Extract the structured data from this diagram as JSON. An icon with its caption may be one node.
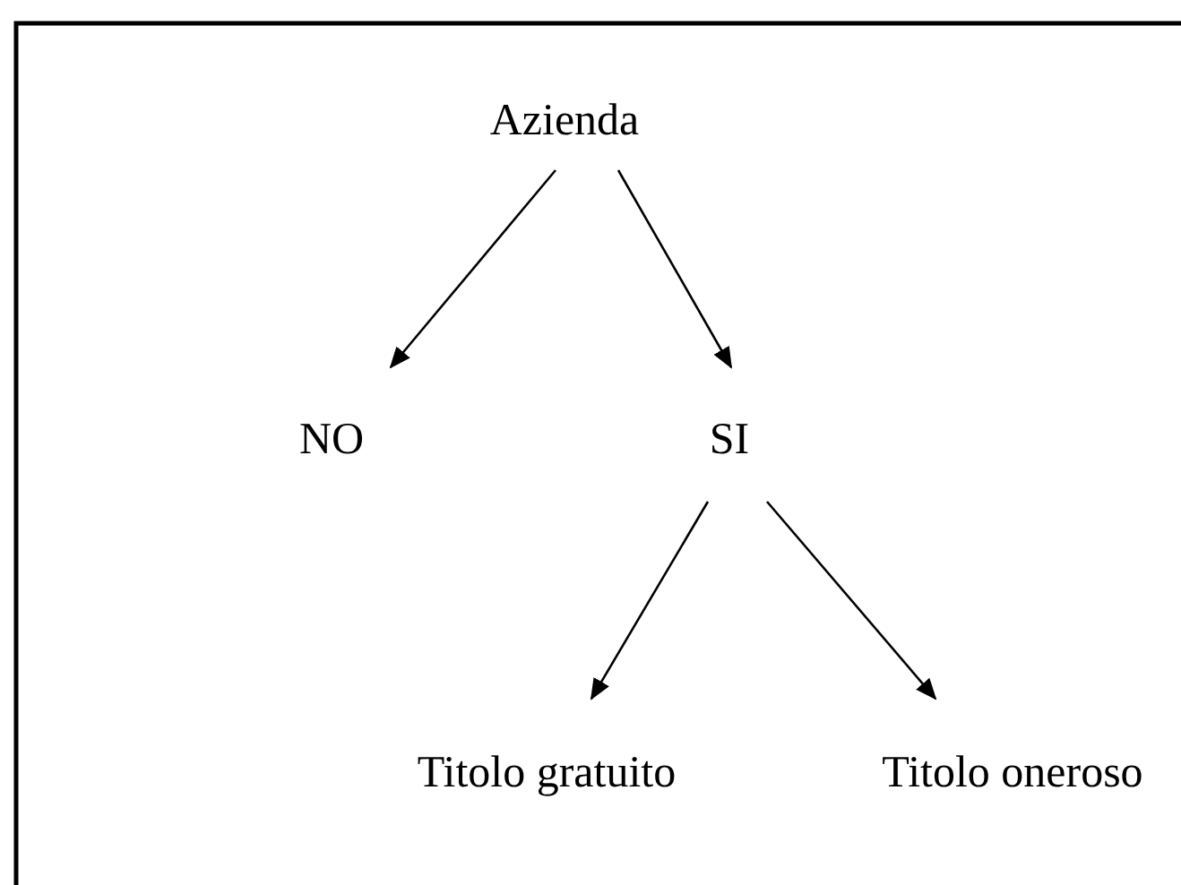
{
  "diagram": {
    "nodes": [
      {
        "text": [
          "Azienda"
        ]
      },
      {
        "text": [
          "NO"
        ]
      },
      {
        "text": [
          "SI"
        ]
      },
      {
        "text": [
          "Titolo gratuito"
        ]
      },
      {
        "text": [
          "Titolo oneroso"
        ]
      }
    ],
    "edges": [
      {
        "from": 0,
        "to": 1,
        "arrow": "to"
      },
      {
        "from": 0,
        "to": 2,
        "arrow": "to"
      },
      {
        "from": 2,
        "to": 3,
        "arrow": "to"
      },
      {
        "from": 2,
        "to": 4,
        "arrow": "to"
      }
    ]
  }
}
